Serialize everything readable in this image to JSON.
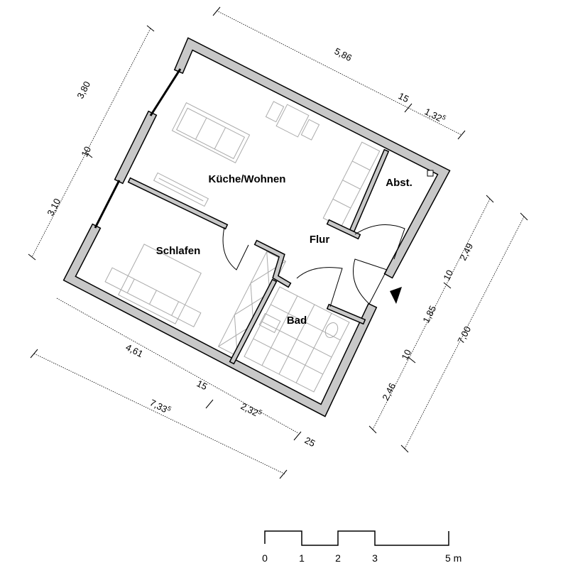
{
  "rooms": {
    "kitchen_living": "Küche/Wohnen",
    "hallway": "Flur",
    "storage": "Abst.",
    "bedroom": "Schlafen",
    "bath": "Bad"
  },
  "dimensions": {
    "top_main": "5,86",
    "top_wall": "15",
    "top_storage": "1,32",
    "top_storage_sup": "5",
    "left_upper": "3,80",
    "left_wall": "10",
    "left_lower": "3,10",
    "bottom_bedroom": "4,61",
    "bottom_wall": "15",
    "bottom_bath": "2,32",
    "bottom_bath_sup": "5",
    "bottom_outer_wall": "25",
    "bottom_total": "7,33",
    "bottom_total_sup": "5",
    "right_upper": "2,49",
    "right_wall_1": "10",
    "right_middle": "1,85",
    "right_wall_2": "10",
    "right_lower": "2,46",
    "right_total": "7,00"
  },
  "scale_bar": {
    "labels": [
      "0",
      "1",
      "2",
      "3",
      "5 m"
    ]
  },
  "colors": {
    "wall_fill": "#c8c8c8",
    "furniture": "#aaaaaa"
  }
}
